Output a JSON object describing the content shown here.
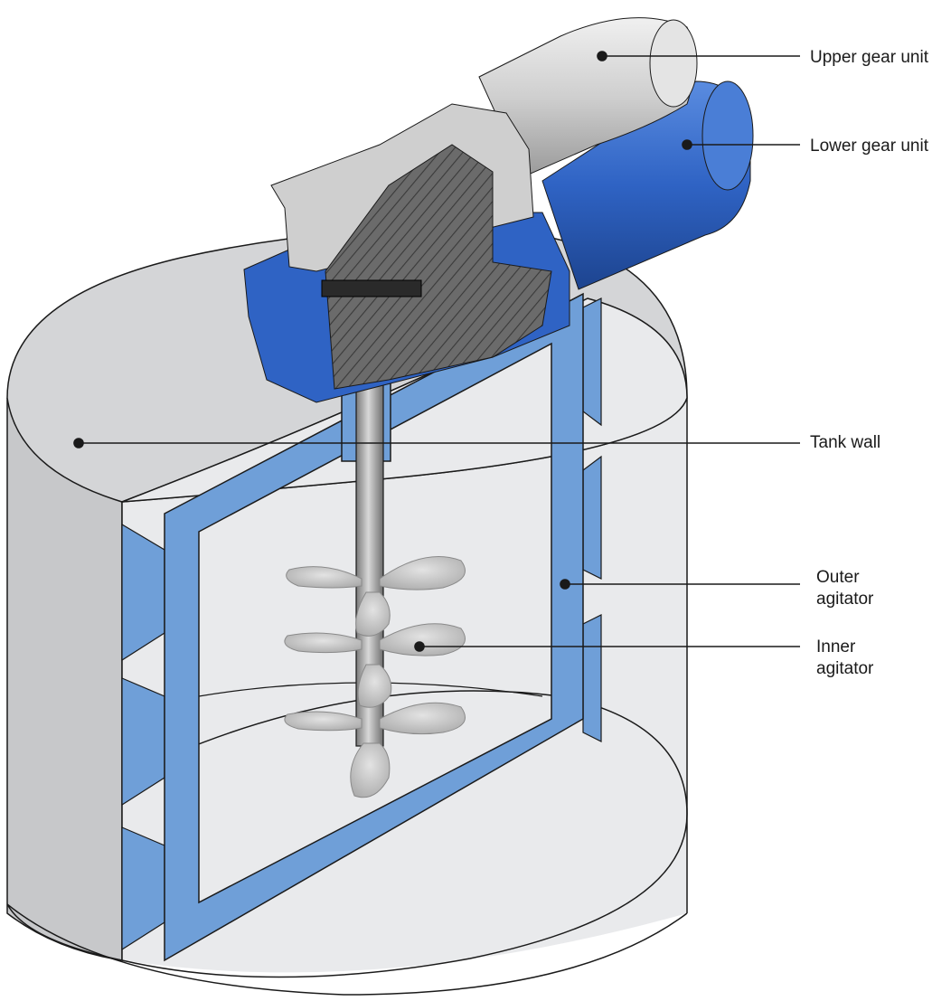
{
  "labels": {
    "upper_gear_unit": "Upper gear unit",
    "lower_gear_unit": "Lower gear unit",
    "tank_wall": "Tank wall",
    "outer_agitator": [
      "Outer",
      "agitator"
    ],
    "inner_agitator": [
      "Inner",
      "agitator"
    ]
  },
  "colors": {
    "agitator_blue": "#6f9fd8",
    "gear_blue": "#2f63c4",
    "housing_gray": "#c9c9c9",
    "tank_fill": "#e9eaec",
    "tank_side": "#c7c8ca",
    "outline": "#1a1a1a"
  }
}
